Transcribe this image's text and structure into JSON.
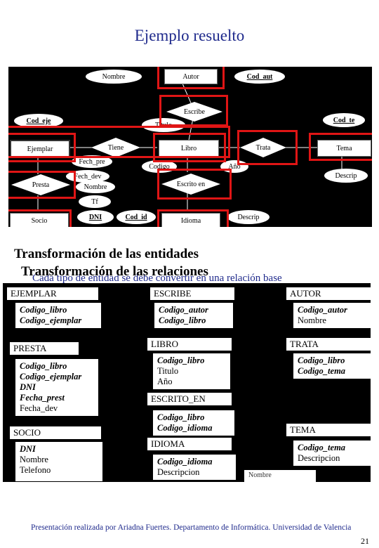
{
  "slide": {
    "title": "Ejemplo resuelto",
    "heading_entities": "Transformación de las entidades",
    "heading_relations": "Transformación de las relaciones",
    "subtext": "Cada tipo de entidad se debe convertir en una relación base",
    "footer": "Presentación realizada por Ariadna Fuertes. Departamento de Informática. Universidad de Valencia",
    "page_number": "21"
  },
  "er": {
    "entities": {
      "ejemplar": "Ejemplar",
      "libro": "Libro",
      "tema": "Tema",
      "socio": "Socio",
      "idioma": "Idioma"
    },
    "relationships": {
      "escribe": "Escribe",
      "tiene": "Tiene",
      "trata": "Trata",
      "presta": "Presta",
      "escrito_en": "Escrito en"
    },
    "attributes": {
      "nombre": "Nombre",
      "autor": "Autor",
      "cod_aut": "Cod_aut",
      "cod_eje": "Cod_eje",
      "titulo": "Titulo",
      "cod_te": "Cod_te",
      "fech_pre": "Fech_pre",
      "fech_dev": "Fech_dev",
      "nombre2": "Nombre",
      "tf": "Tf",
      "dni": "DNI",
      "cod_id": "Cod_id",
      "descrip": "Descrip",
      "descrip2": "Descrip",
      "codigo": "Codigo",
      "anio": "Año"
    }
  },
  "relational": {
    "tables": [
      {
        "name": "EJEMPLAR",
        "keys": [
          "Codigo_libro",
          "Codigo_ejemplar"
        ],
        "fields": []
      },
      {
        "name": "ESCRIBE",
        "keys": [
          "Codigo_autor",
          "Codigo_libro"
        ],
        "fields": []
      },
      {
        "name": "AUTOR",
        "keys": [
          "Codigo_autor"
        ],
        "fields": [
          "Nombre"
        ]
      },
      {
        "name": "PRESTA",
        "keys": [
          "Codigo_libro",
          "Codigo_ejemplar",
          "DNI",
          "Fecha_prest"
        ],
        "fields": [
          "Fecha_dev"
        ]
      },
      {
        "name": "LIBRO",
        "keys": [
          "Codigo_libro"
        ],
        "fields": [
          "Titulo",
          "Año"
        ]
      },
      {
        "name": "TRATA",
        "keys": [
          "Codigo_libro",
          "Codigo_tema"
        ],
        "fields": []
      },
      {
        "name": "ESCRITO_EN",
        "keys": [
          "Codigo_libro",
          "Codigo_idioma"
        ],
        "fields": []
      },
      {
        "name": "SOCIO",
        "keys": [
          "DNI"
        ],
        "fields": [
          "Nombre",
          "Telefono"
        ]
      },
      {
        "name": "IDIOMA",
        "keys": [
          "Codigo_idioma"
        ],
        "fields": [
          "Descripcion"
        ]
      },
      {
        "name": "TEMA",
        "keys": [
          "Codigo_tema"
        ],
        "fields": [
          "Descripcion"
        ]
      }
    ],
    "hidden_label": "Nombre"
  }
}
